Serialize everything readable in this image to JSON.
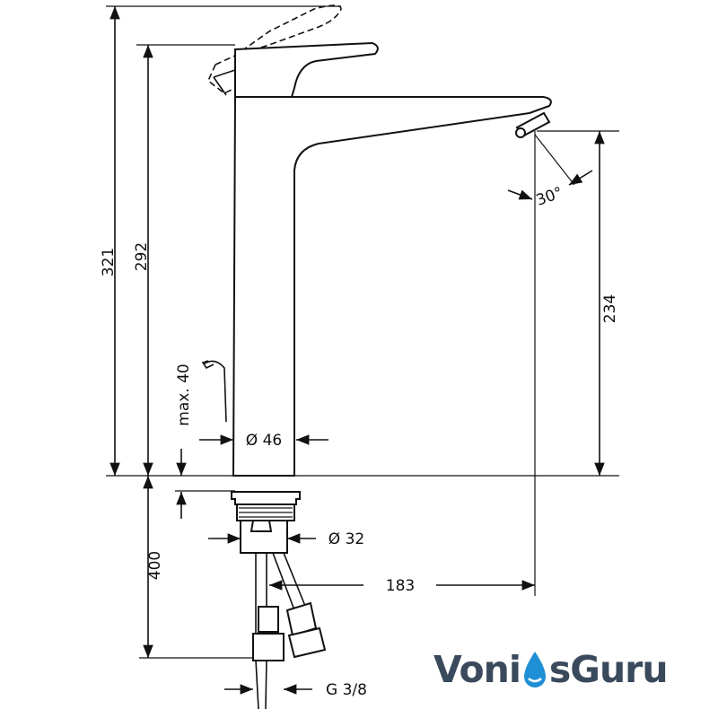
{
  "dimensions": {
    "total_height": "321",
    "spout_height": "292",
    "outlet_height": "234",
    "max_plate": "max. 40",
    "body_diameter": "Ø 46",
    "spout_angle": "30°",
    "mount_diameter": "Ø 32",
    "hose_length": "400",
    "reach": "183",
    "thread": "G 3/8"
  },
  "logo": {
    "part1": "Voni",
    "part2": "sGuru",
    "colors": {
      "text": "#3a4a5c",
      "drop": "#1f8fd6"
    }
  }
}
